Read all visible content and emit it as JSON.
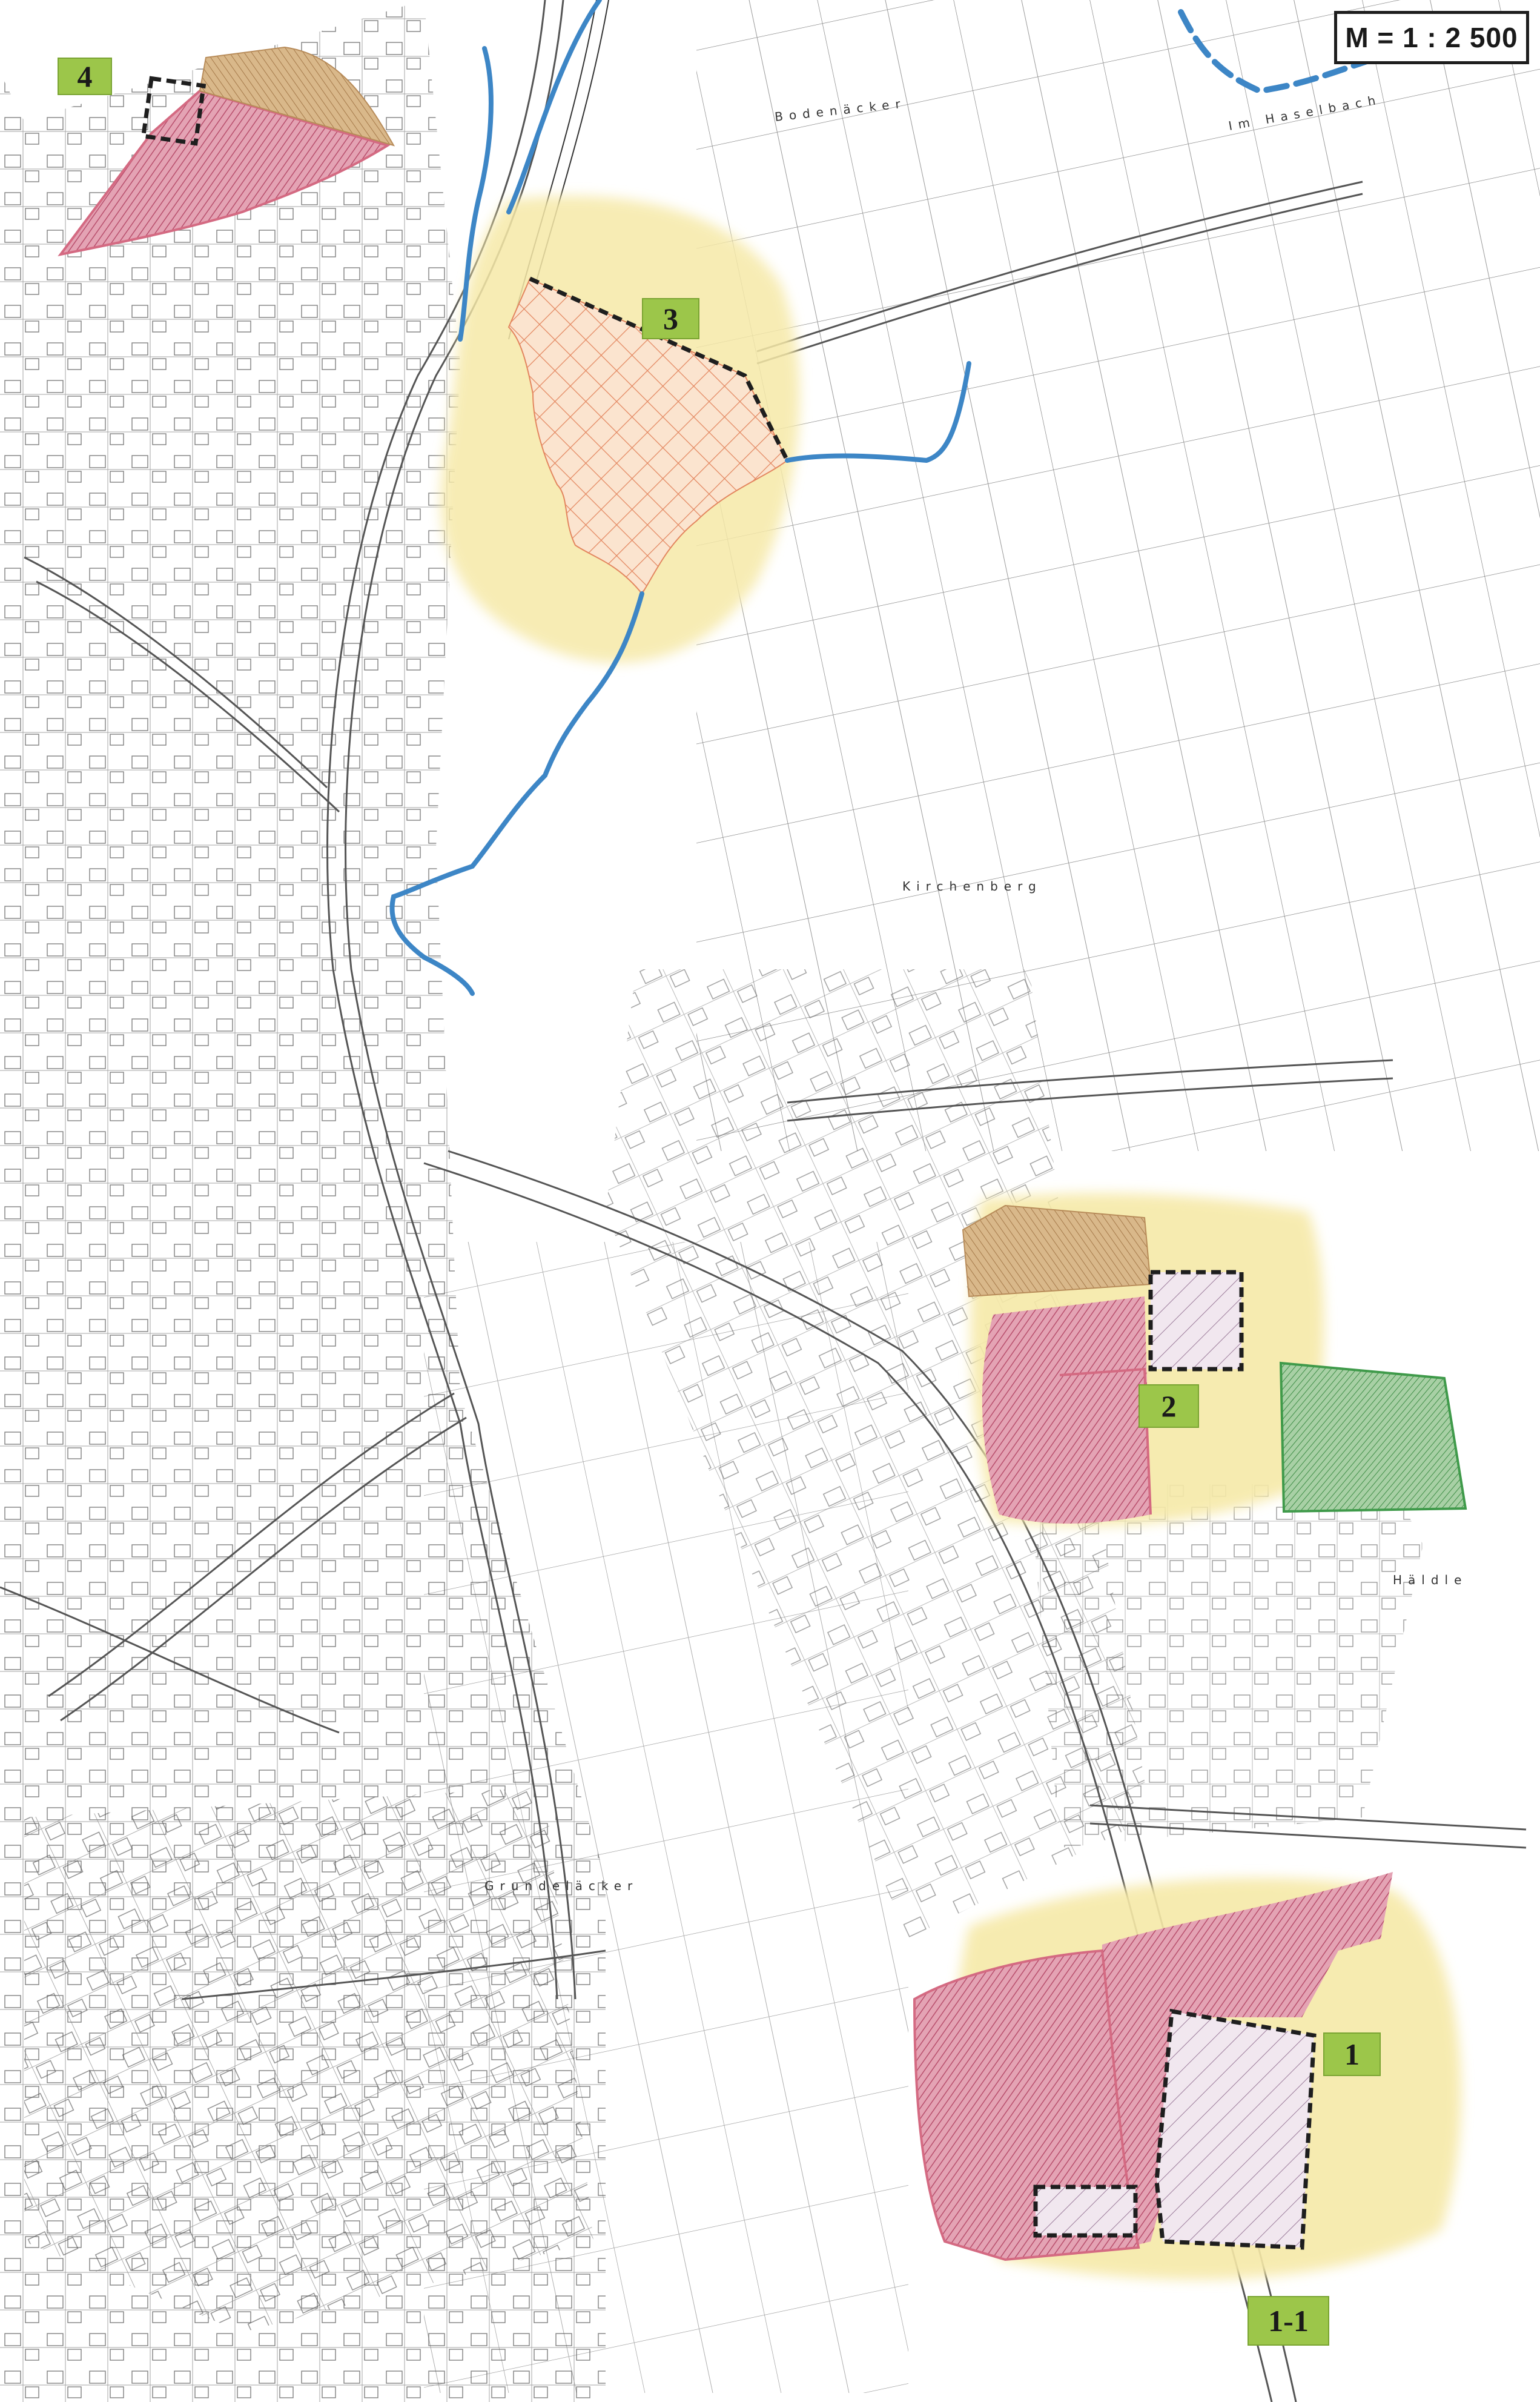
{
  "scale": {
    "label": "M = 1 : 2 500"
  },
  "areas": [
    {
      "id": "1",
      "label": "1"
    },
    {
      "id": "1-1",
      "label": "1-1"
    },
    {
      "id": "2",
      "label": "2"
    },
    {
      "id": "3",
      "label": "3"
    },
    {
      "id": "4",
      "label": "4"
    }
  ],
  "streets": {
    "bodenaecker": "Bodenäcker",
    "im_hasel": "Im Haselbach",
    "kirchenberg": "Kirchenberg",
    "grundelaecker": "Grundeläcker",
    "haeldle": "Häldle"
  },
  "legend_colors": {
    "development_red": "#d46a82",
    "planning_yellow": "#f6e9a8",
    "orange_hatch": "#e3865f",
    "brown": "#b88c5a",
    "green": "#3f9a4a",
    "stream_blue": "#3d86c6",
    "boundary": "#1e1e1e"
  }
}
